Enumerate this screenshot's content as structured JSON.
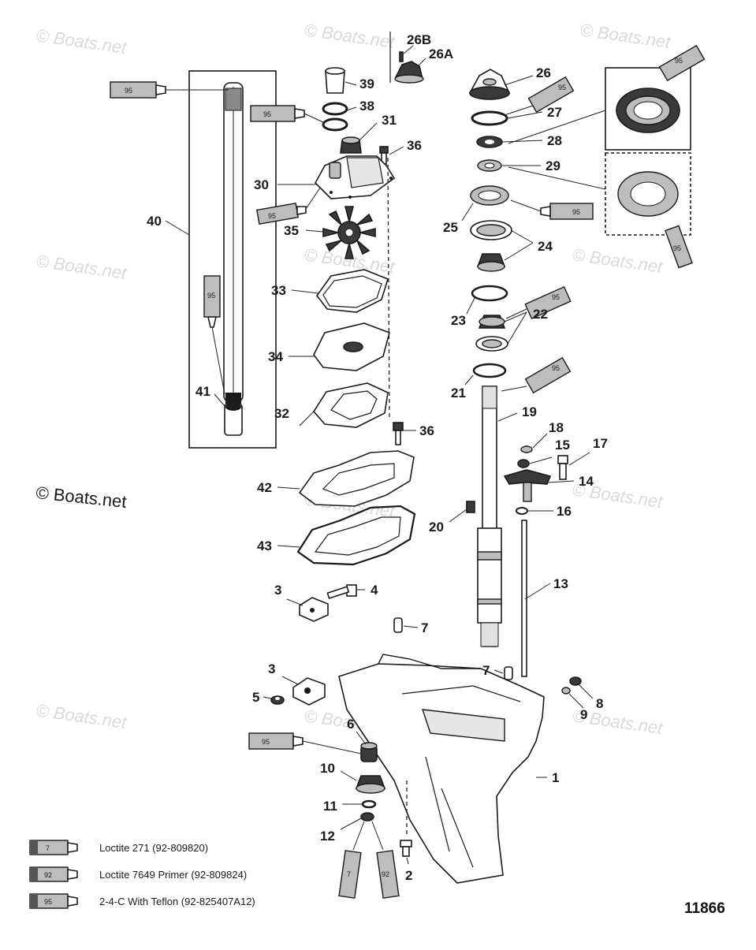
{
  "diagram": {
    "drawing_number": "11866",
    "copyright": "© Boats.net",
    "watermark": "© Boats.net",
    "callouts": [
      {
        "id": "1",
        "label": "1"
      },
      {
        "id": "2",
        "label": "2"
      },
      {
        "id": "3a",
        "label": "3"
      },
      {
        "id": "3b",
        "label": "3"
      },
      {
        "id": "4",
        "label": "4"
      },
      {
        "id": "5",
        "label": "5"
      },
      {
        "id": "6",
        "label": "6"
      },
      {
        "id": "7a",
        "label": "7"
      },
      {
        "id": "7b",
        "label": "7"
      },
      {
        "id": "8",
        "label": "8"
      },
      {
        "id": "9",
        "label": "9"
      },
      {
        "id": "10",
        "label": "10"
      },
      {
        "id": "11",
        "label": "11"
      },
      {
        "id": "12",
        "label": "12"
      },
      {
        "id": "13",
        "label": "13"
      },
      {
        "id": "14",
        "label": "14"
      },
      {
        "id": "15",
        "label": "15"
      },
      {
        "id": "16",
        "label": "16"
      },
      {
        "id": "17",
        "label": "17"
      },
      {
        "id": "18",
        "label": "18"
      },
      {
        "id": "19",
        "label": "19"
      },
      {
        "id": "20",
        "label": "20"
      },
      {
        "id": "21",
        "label": "21"
      },
      {
        "id": "22",
        "label": "22"
      },
      {
        "id": "23",
        "label": "23"
      },
      {
        "id": "24",
        "label": "24"
      },
      {
        "id": "25",
        "label": "25"
      },
      {
        "id": "26",
        "label": "26"
      },
      {
        "id": "26A",
        "label": "26A"
      },
      {
        "id": "26B",
        "label": "26B"
      },
      {
        "id": "27",
        "label": "27"
      },
      {
        "id": "28",
        "label": "28"
      },
      {
        "id": "29",
        "label": "29"
      },
      {
        "id": "30",
        "label": "30"
      },
      {
        "id": "31",
        "label": "31"
      },
      {
        "id": "32",
        "label": "32"
      },
      {
        "id": "33",
        "label": "33"
      },
      {
        "id": "34",
        "label": "34"
      },
      {
        "id": "35",
        "label": "35"
      },
      {
        "id": "36a",
        "label": "36"
      },
      {
        "id": "36b",
        "label": "36"
      },
      {
        "id": "38",
        "label": "38"
      },
      {
        "id": "39",
        "label": "39"
      },
      {
        "id": "40",
        "label": "40"
      },
      {
        "id": "41",
        "label": "41"
      },
      {
        "id": "42",
        "label": "42"
      },
      {
        "id": "43",
        "label": "43"
      }
    ],
    "tube_labels": {
      "t95": "95",
      "t92": "92",
      "t7": "7"
    },
    "legend": [
      {
        "code": "7",
        "text": "Loctite 271 (92-809820)"
      },
      {
        "code": "92",
        "text": "Loctite 7649 Primer (92-809824)"
      },
      {
        "code": "95",
        "text": "2-4-C With Teflon (92-825407A12)"
      }
    ]
  }
}
